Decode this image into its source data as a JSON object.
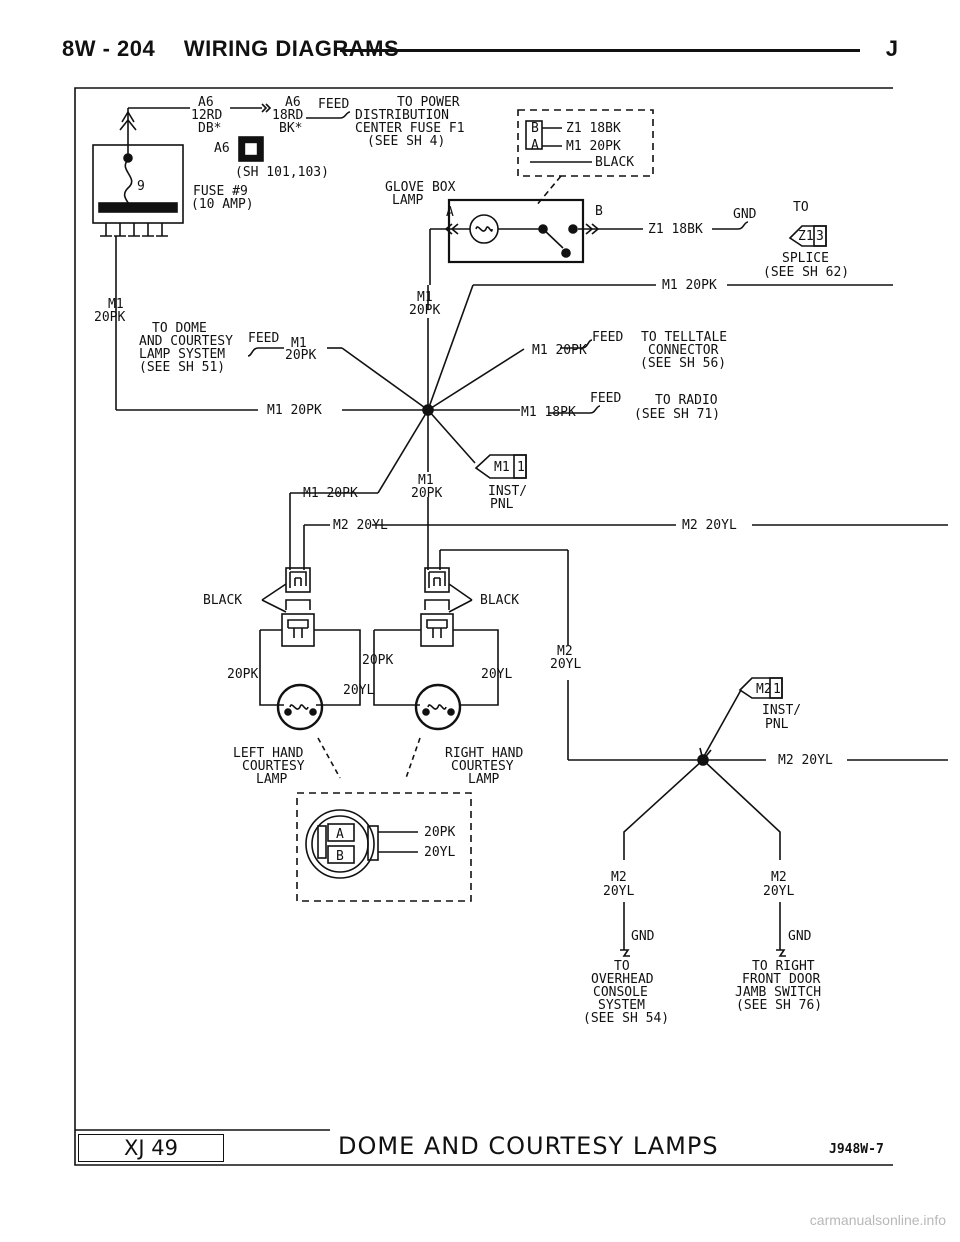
{
  "header": {
    "section": "8W - 204",
    "title": "WIRING DIAGRAMS",
    "right_letter": "J"
  },
  "footer": {
    "model": "XJ 49",
    "title": "DOME AND COURTESY LAMPS",
    "code": "J948W-7"
  },
  "watermark": "carmanualsonline.info",
  "fuse": {
    "number": "9",
    "label1": "FUSE #9",
    "label2": "(10 AMP)",
    "connector": "A6",
    "wire_a": "A6",
    "wire_a2": "12RD",
    "wire_a3": "DB*",
    "wire_b": "A6",
    "wire_b2": "18RD",
    "wire_b3": "BK*",
    "feed": "FEED",
    "sh_ref": "(SH 101,103)",
    "dest1": "TO POWER",
    "dest2": "DISTRIBUTION",
    "dest3": "CENTER FUSE F1",
    "dest4": "(SEE SH 4)"
  },
  "glove_connector": {
    "pin_b": "B",
    "pin_a": "A",
    "wire_b": "Z1 18BK",
    "wire_a": "M1 20PK",
    "color": "BLACK"
  },
  "glove_lamp": {
    "label1": "GLOVE BOX",
    "label2": "LAMP",
    "pin_a": "A",
    "pin_b": "B",
    "wire_right": "Z1 18BK",
    "gnd": "GND",
    "to": "TO",
    "splice": "Z1",
    "splice_num": "3",
    "splice1": "SPLICE",
    "splice2": "(SEE SH 62)"
  },
  "circuits": {
    "m1_20pk_right": "M1 20PK",
    "m1_left1": "M1",
    "m1_left2": "20PK",
    "m1_mid1": "M1",
    "m1_mid2": "20PK",
    "dome1": "TO DOME",
    "dome2": "AND COURTESY",
    "dome3": "LAMP SYSTEM",
    "dome4": "(SEE SH 51)",
    "dome_feed": "FEED",
    "dome_wire1": "M1",
    "dome_wire2": "20PK",
    "telltale_feed": "FEED",
    "telltale_wire": "M1 20PK",
    "telltale1": "TO TELLTALE",
    "telltale2": "CONNECTOR",
    "telltale3": "(SEE SH 56)",
    "center_left": "M1 20PK",
    "radio_wire": "M1 18PK",
    "radio_feed": "FEED",
    "radio1": "TO RADIO",
    "radio2": "(SEE SH 71)",
    "inst_m1": "M1",
    "inst_m1_num": "1",
    "inst1": "INST/",
    "inst2": "PNL",
    "down_wire": "M1 20PK",
    "down_m1": "M1",
    "down_20pk": "20PK",
    "m2_left": "M2 20YL",
    "m2_right": "M2 20YL"
  },
  "courtesy": {
    "black_left": "BLACK",
    "black_right": "BLACK",
    "l_20pk": "20PK",
    "l_20yl": "20YL",
    "r_20pk": "20PK",
    "r_20yl": "20YL",
    "m2_1": "M2",
    "m2_2": "20YL",
    "left1": "LEFT HAND",
    "left2": "COURTESY",
    "left3": "LAMP",
    "right1": "RIGHT HAND",
    "right2": "COURTESY",
    "right3": "LAMP",
    "conn_a": "A",
    "conn_b": "B",
    "conn_a_wire": "20PK",
    "conn_b_wire": "20YL"
  },
  "lower": {
    "m2_inst": "M2",
    "m2_inst_num": "1",
    "inst1": "INST/",
    "inst2": "PNL",
    "m2_right": "M2 20YL",
    "lm2": "M2",
    "l20yl": "20YL",
    "rm2": "M2",
    "r20yl": "20YL",
    "lgnd": "GND",
    "rgnd": "GND",
    "oh1": "TO",
    "oh2": "OVERHEAD",
    "oh3": "CONSOLE",
    "oh4": "SYSTEM",
    "oh5": "(SEE SH 54)",
    "rd1": "TO RIGHT",
    "rd2": "FRONT DOOR",
    "rd3": "JAMB SWITCH",
    "rd4": "(SEE SH 76)"
  }
}
